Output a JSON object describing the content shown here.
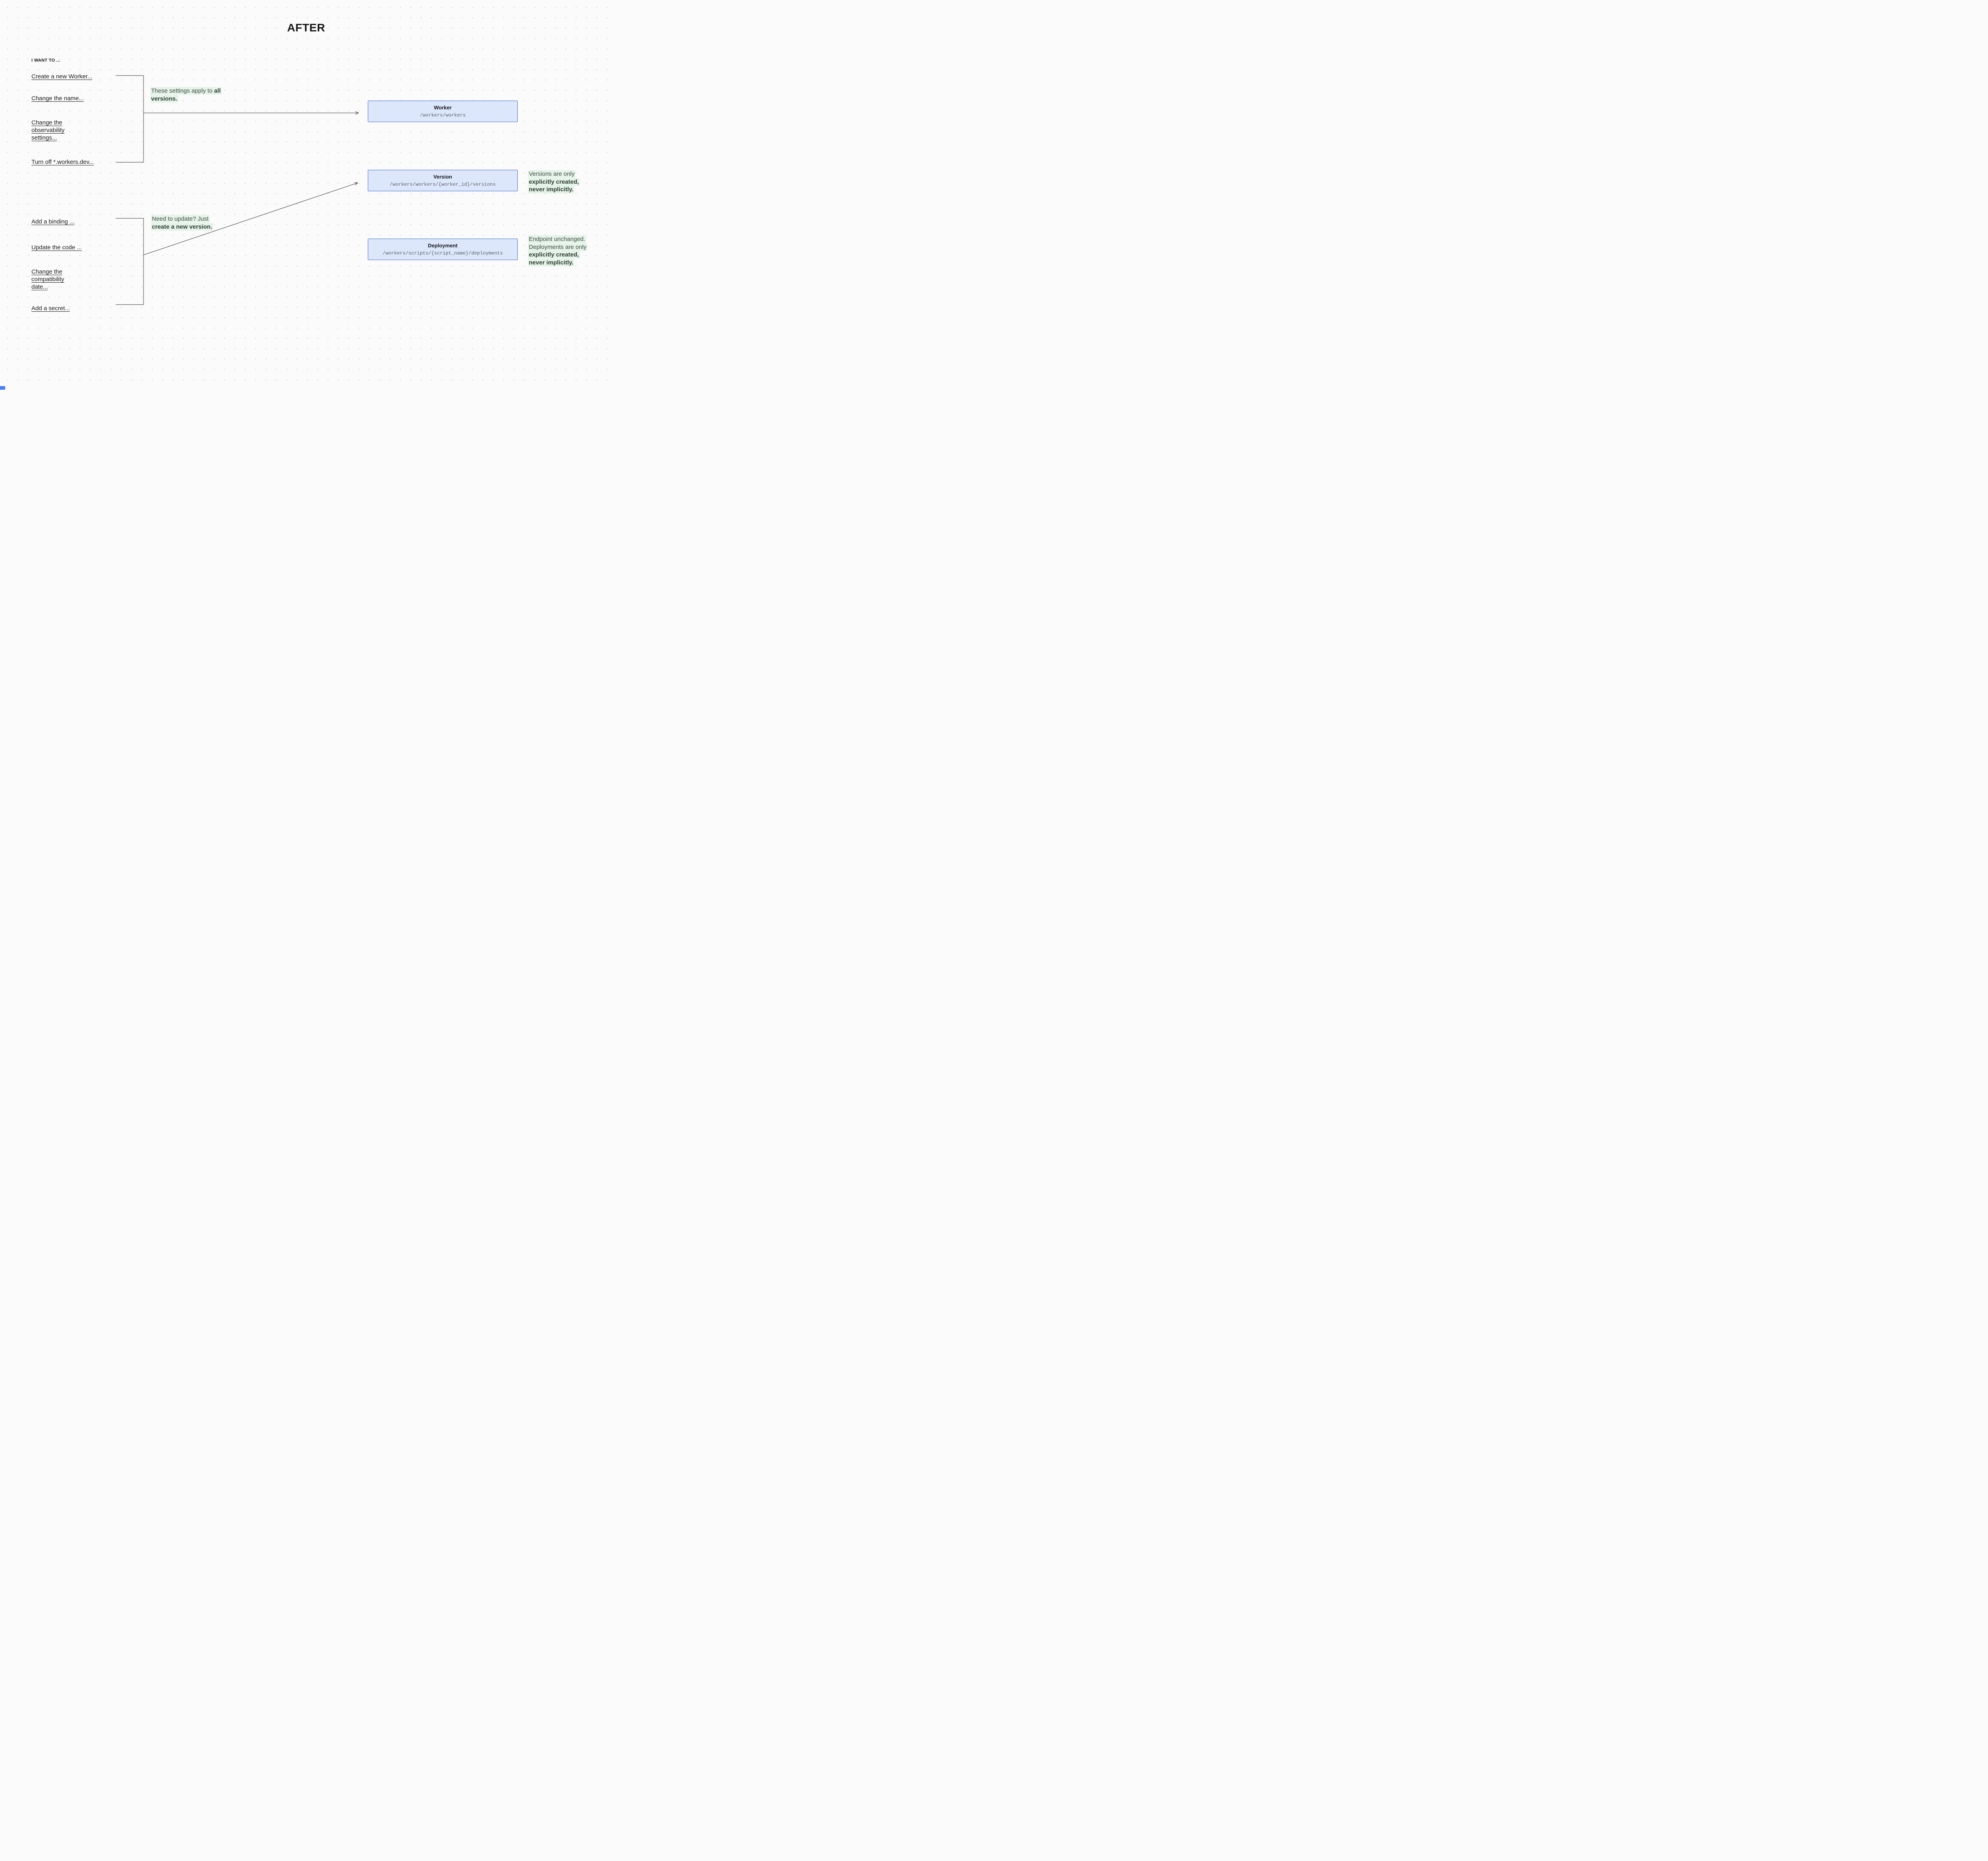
{
  "title": "AFTER",
  "left": {
    "heading": "I WANT TO ...",
    "items": [
      {
        "label": "Create a new Worker..."
      },
      {
        "label": "Change the name..."
      },
      {
        "label": "Change the observability settings..."
      },
      {
        "label": "Turn off *.workers.dev..."
      },
      {
        "label": "Add a binding ..."
      },
      {
        "label": "Update the code ..."
      },
      {
        "label": "Change the compatibility date..."
      },
      {
        "label": "Add a secret..."
      }
    ]
  },
  "nodes": [
    {
      "title": "Worker",
      "path": "/workers/workers"
    },
    {
      "title": "Version",
      "path": "/workers/workers/{worker_id}/versions"
    },
    {
      "title": "Deployment",
      "path": "/workers/scripts/{script_name}/deployments"
    }
  ],
  "annotations": {
    "all_versions": {
      "regular": "These settings apply to ",
      "bold": "all versions."
    },
    "new_version": {
      "regular": "Need to update? Just ",
      "bold": "create a new version."
    },
    "versions_note": {
      "regular": "Versions are only ",
      "bold": "explicitly created, never implicitly."
    },
    "deploy_note": {
      "regular": "Endpoint unchanged. Deployments are only ",
      "bold": "explicitly created, never implicitly."
    }
  },
  "colors": {
    "node_fill": "#dce7fb",
    "node_border": "#4069d0",
    "highlight": "#e4f3e7",
    "background": "#fbfbfb",
    "line": "#4a4a4a"
  }
}
